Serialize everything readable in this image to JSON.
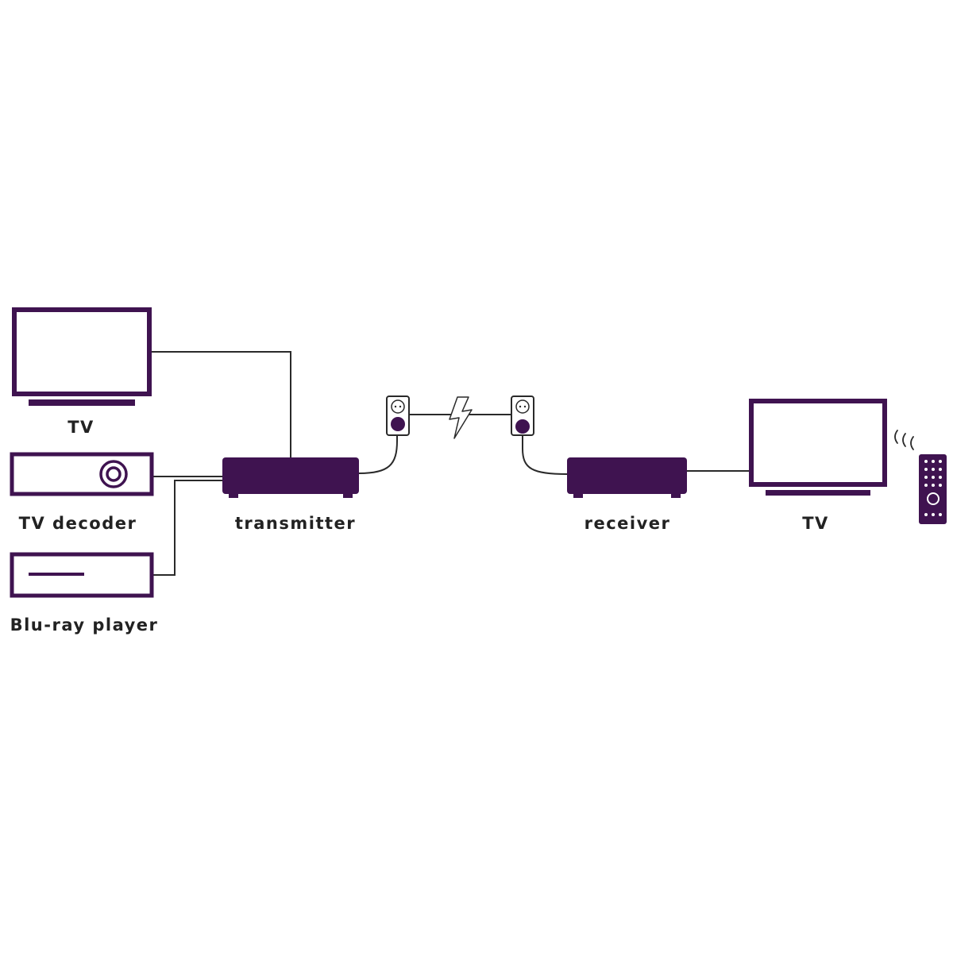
{
  "colors": {
    "device": "#3f1350",
    "wire": "#2a2a2a",
    "label": "#222222",
    "background": "#ffffff"
  },
  "labels": {
    "tv_left": "TV",
    "tv_decoder": "TV decoder",
    "bluray": "Blu-ray player",
    "transmitter": "transmitter",
    "receiver": "receiver",
    "tv_right": "TV"
  },
  "icons": {
    "tv_left": "tv-icon",
    "tv_decoder": "tv-decoder-icon",
    "bluray": "bluray-player-icon",
    "transmitter": "transmitter-box-icon",
    "socket_left": "power-socket-icon",
    "lightning": "lightning-bolt-icon",
    "socket_right": "power-socket-icon",
    "receiver": "receiver-box-icon",
    "tv_right": "tv-icon",
    "signal": "signal-waves-icon",
    "remote": "remote-control-icon"
  }
}
